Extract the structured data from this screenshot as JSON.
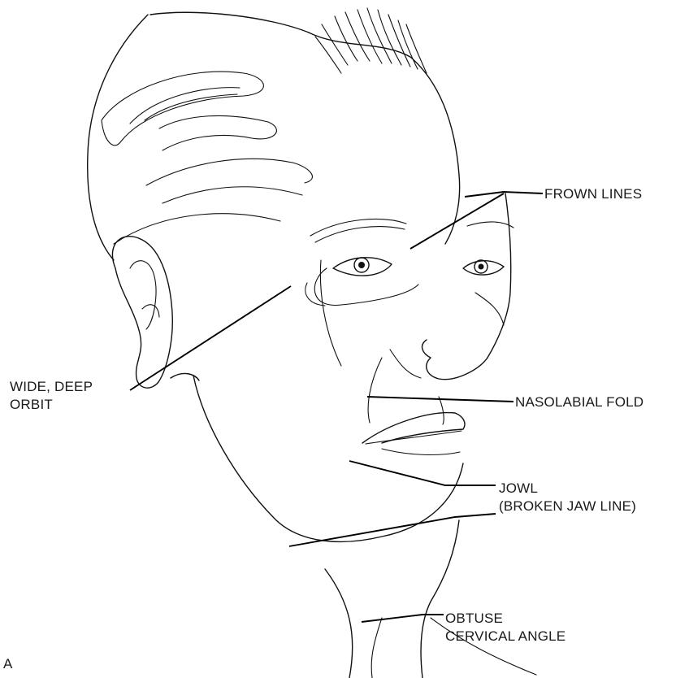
{
  "panel_letter": "A",
  "labels": {
    "frown_lines": "FROWN LINES",
    "wide_deep_orbit": [
      "WIDE, DEEP",
      "ORBIT"
    ],
    "nasolabial_fold": "NASOLABIAL FOLD",
    "jowl": [
      "JOWL",
      "(BROKEN JAW LINE)"
    ],
    "obtuse_cervical_angle": [
      "OBTUSE",
      "CERVICAL ANGLE"
    ]
  }
}
